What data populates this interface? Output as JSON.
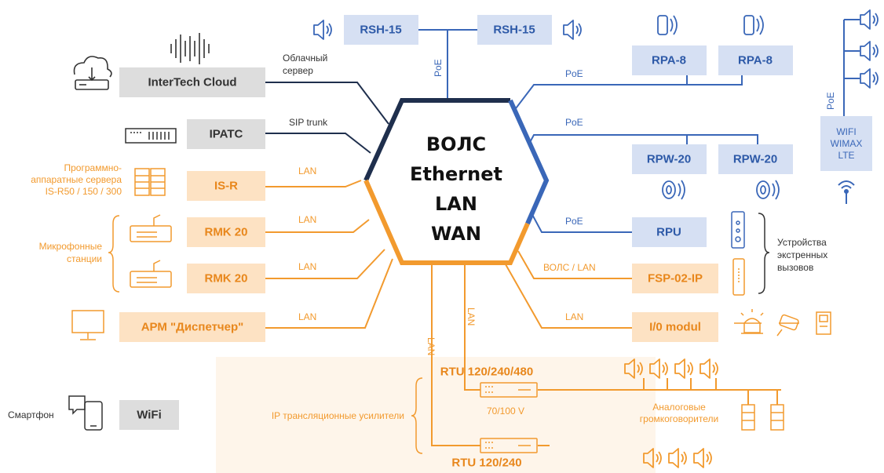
{
  "colors": {
    "blue": "#3a67b8",
    "blue_box": "#d6e0f3",
    "blue_text": "#2e5aa8",
    "orange": "#f29a2e",
    "orange_box": "#fde2c3",
    "orange_text": "#e8871c",
    "dark_line": "#1f2f4d",
    "gray_box": "#dddddd",
    "gray_text": "#333333",
    "orange_area": "#fef5ea"
  },
  "hub": {
    "lines": [
      "ВОЛС",
      "Ethernet",
      "LAN",
      "WAN"
    ]
  },
  "left": {
    "cloud": {
      "box": "InterTech Cloud",
      "link": [
        "Облачный",
        "сервер"
      ],
      "icon": "cloud-server-icon"
    },
    "ipatc": {
      "box": "IPATC",
      "link": "SIP trunk",
      "icon": "pbx-rack-icon"
    },
    "isr": {
      "box": "IS-R",
      "link": "LAN",
      "side": [
        "Программно-",
        "аппаратные сервера",
        "IS-R50 / 150 / 300"
      ],
      "icon": "server-icon"
    },
    "rmk1": {
      "box": "RMK 20",
      "link": "LAN",
      "icon": "mic-station-icon"
    },
    "rmk2": {
      "box": "RMK 20",
      "link": "LAN",
      "icon": "mic-station-icon"
    },
    "mic_group": [
      "Микрофонные",
      "станции"
    ],
    "arm": {
      "box": "АРМ \"Диспетчер\"",
      "link": "LAN",
      "icon": "monitor-icon"
    },
    "wifi": {
      "box": "WiFi",
      "side": "Смартфон",
      "icon": "smartphone-icon"
    }
  },
  "top": {
    "rsh_left": "RSH-15",
    "rsh_right": "RSH-15",
    "poe_vertical": "PoE"
  },
  "right": {
    "rpa1": "RPA-8",
    "rpa2": "RPA-8",
    "rpa_link": "PoE",
    "rpw1": "RPW-20",
    "rpw2": "RPW-20",
    "rpw_link": "PoE",
    "rpu": "RPU",
    "rpu_link": "PoE",
    "fsp": "FSP-02-IP",
    "fsp_link": "ВОЛС / LAN",
    "emergency": [
      "Устройства",
      "экстренных",
      "вызовов"
    ],
    "io": "I/0 modul",
    "io_link": "LAN",
    "wireless": [
      "WIFI",
      "WIMAX",
      "LTE"
    ],
    "wireless_poe": "PoE"
  },
  "bottom": {
    "lan_left": "LAN",
    "lan_right": "LAN",
    "rtu1": "RTU 120/240/480",
    "rtu2": "RTU 120/240",
    "voltage": "70/100 V",
    "analog": [
      "Аналоговые",
      "громкоговорители"
    ],
    "ip_amps": "IP трансляционные усилители"
  }
}
